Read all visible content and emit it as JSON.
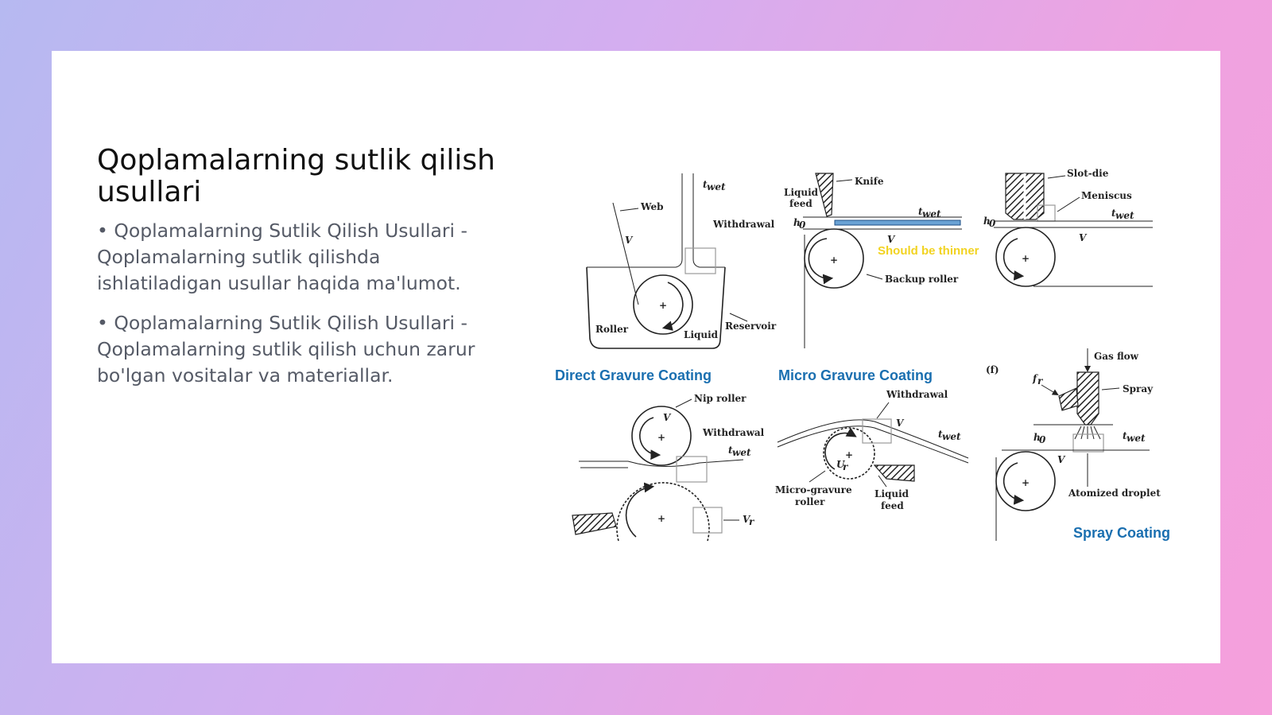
{
  "slide": {
    "title": "Qoplamalarning sutlik qilish usullari",
    "bullets": [
      "• Qoplamalarning Sutlik Qilish Usullari - Qoplamalarning sutlik qilishda ishlatiladigan usullar haqida ma'lumot.",
      "• Qoplamalarning Sutlik Qilish Usullari - Qoplamalarning sutlik qilish uchun zarur bo'lgan vositalar va materiallar."
    ]
  },
  "diagram": {
    "captions": {
      "direct_gravure": "Direct Gravure Coating",
      "micro_gravure": "Micro Gravure Coating",
      "spray": "Spray Coating"
    },
    "annotation": "Should be thinner",
    "panel_a": {
      "web": "Web",
      "v": "V",
      "twet": "t",
      "twet_sub": "wet",
      "withdrawal": "Withdrawal",
      "roller": "Roller",
      "liquid": "Liquid",
      "reservoir": "Reservoir"
    },
    "panel_b": {
      "knife": "Knife",
      "liquid_feed_1": "Liquid",
      "liquid_feed_2": "feed",
      "h0": "h",
      "h0_sub": "0",
      "twet": "t",
      "twet_sub": "wet",
      "v": "V",
      "backup_roller": "Backup roller"
    },
    "panel_c": {
      "slot_die": "Slot-die",
      "meniscus": "Meniscus",
      "h0": "h",
      "h0_sub": "0",
      "twet": "t",
      "twet_sub": "wet",
      "v": "V"
    },
    "panel_d": {
      "nip_roller": "Nip roller",
      "v": "V",
      "withdrawal": "Withdrawal",
      "twet": "t",
      "twet_sub": "wet",
      "vr": "V",
      "vr_sub": "r"
    },
    "panel_e": {
      "withdrawal": "Withdrawal",
      "v": "V",
      "twet": "t",
      "twet_sub": "wet",
      "ur": "U",
      "ur_sub": "r",
      "micro_roller_1": "Micro-gravure",
      "micro_roller_2": "roller",
      "liquid_feed_1": "Liquid",
      "liquid_feed_2": "feed"
    },
    "panel_f": {
      "tag": "(f)",
      "gas_flow": "Gas flow",
      "spray": "Spray",
      "fr": "f",
      "fr_sub": "r",
      "h0": "h",
      "h0_sub": "0",
      "twet": "t",
      "twet_sub": "wet",
      "v": "V",
      "atomized": "Atomized droplet"
    }
  }
}
